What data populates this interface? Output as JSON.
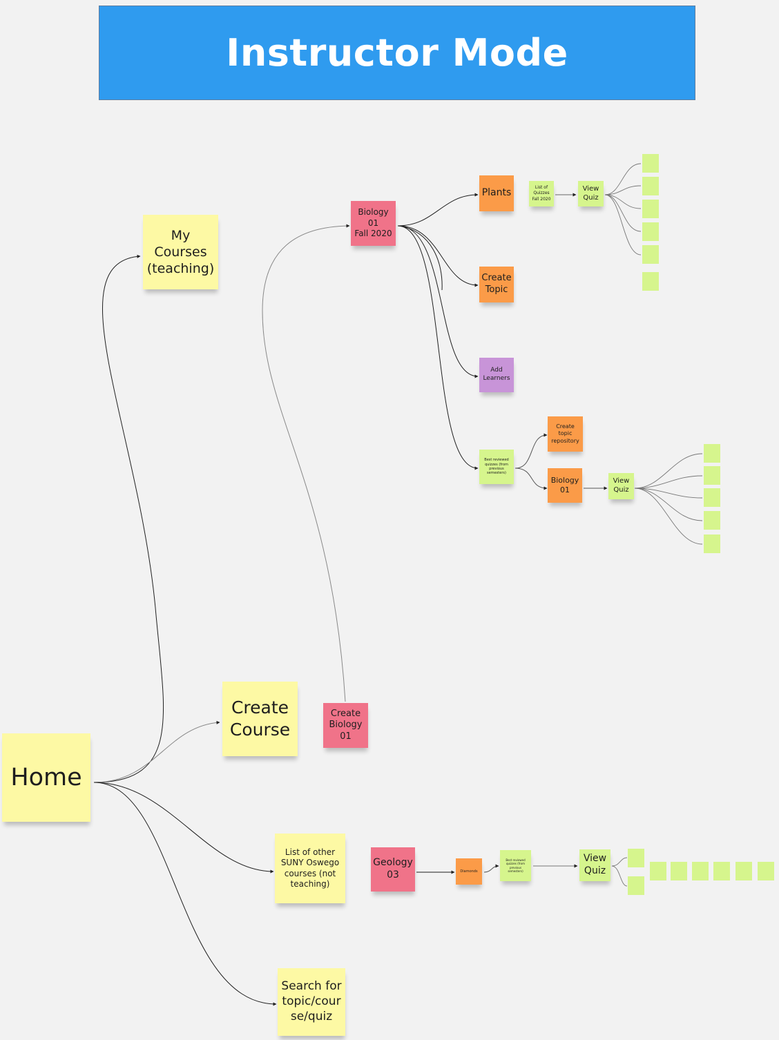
{
  "header": {
    "title": "Instructor Mode"
  },
  "colors": {
    "header_blue": "#2f9bef",
    "note_yellow": "#fdf9a4",
    "note_pink": "#f07389",
    "note_orange": "#fb9b48",
    "note_green": "#d6f58d",
    "note_purple": "#c894d8"
  },
  "notes": {
    "home": "Home",
    "my_courses": "My\nCourses\n(teaching)",
    "create_course": "Create\nCourse",
    "create_bio": "Create\nBiology\n01",
    "bio_fall": "Biology\n01\nFall 2020",
    "plants": "Plants",
    "list_quizzes": "List of\nQuizzes\nFall 2020",
    "view_quiz_1": "View\nQuiz",
    "create_topic": "Create\nTopic",
    "add_learners": "Add\nLearners",
    "best_1": "Best reviewed\nquizzes (from\nprevious\nsemesters)",
    "create_repo": "Create\ntopic\nrepository",
    "bio01": "Biology\n01",
    "view_quiz_2": "View\nQuiz",
    "other_courses": "List of other\nSUNY Oswego\ncourses (not\nteaching)",
    "geology": "Geology\n03",
    "diamonds": "Diamonds",
    "best_2": "Best reviewed\nquizzes (from\nprevious\nsemesters)",
    "view_quiz_3": "View\nQuiz",
    "search": "Search for\ntopic/cour\nse/quiz"
  }
}
